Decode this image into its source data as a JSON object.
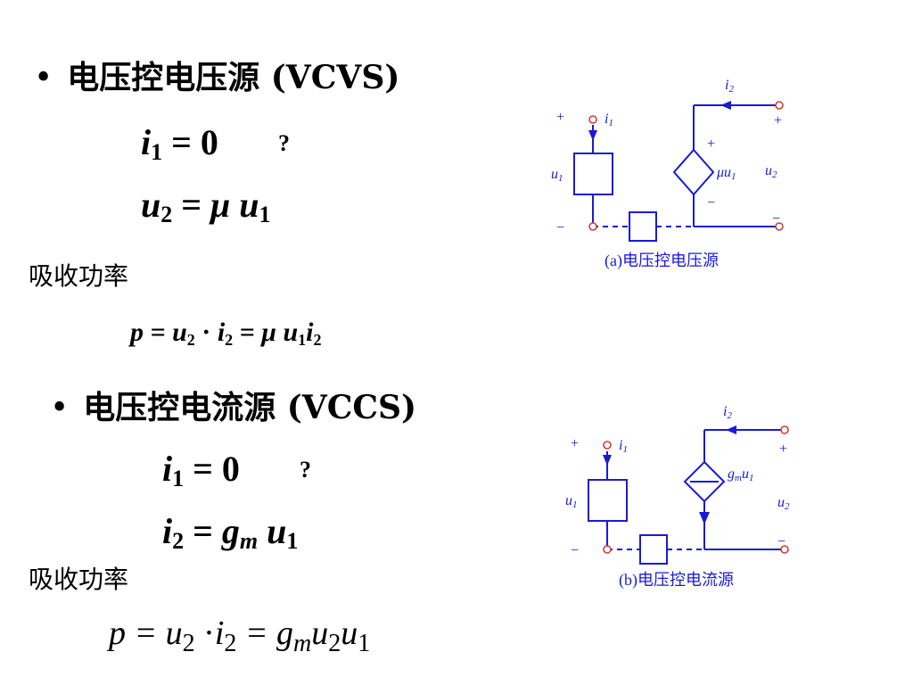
{
  "vcvs": {
    "title": "电压控电压源 (VCVS)",
    "eq1": {
      "var": "i",
      "sub": "1",
      "rhs": "= 0"
    },
    "eq2": {
      "var": "u",
      "sub": "2",
      "rhs_mu": "μ",
      "rhs_var": "u",
      "rhs_sub": "1"
    },
    "question": "?",
    "power_label": "吸收功率",
    "power_formula": {
      "p": "p",
      "u": "u",
      "s2": "2",
      "dot": "·",
      "i": "i",
      "mu": "μ",
      "s1": "1"
    },
    "diagram_caption": "(a)电压控电压源",
    "diagram_ctrl": "μu",
    "diagram_ctrl_sub": "1"
  },
  "vccs": {
    "title": "电压控电流源 (VCCS)",
    "eq1": {
      "var": "i",
      "sub": "1",
      "rhs": "= 0"
    },
    "eq2": {
      "var": "i",
      "sub": "2",
      "rhs_g": "g",
      "rhs_gsub": "m",
      "rhs_var": "u",
      "rhs_sub": "1"
    },
    "question": "?",
    "power_label": "吸收功率",
    "power_formula": {
      "p": "p",
      "u": "u",
      "s2": "2",
      "dot": "·",
      "i": "i",
      "g": "g",
      "m": "m",
      "s1": "1"
    },
    "diagram_caption": "(b)电压控电流源",
    "diagram_ctrl": "g",
    "diagram_ctrl_sub": "m",
    "diagram_ctrl_var": "u",
    "diagram_ctrl_var_sub": "1"
  },
  "diagram_labels": {
    "plus": "+",
    "minus": "−",
    "i1": "i",
    "i1_sub": "1",
    "i2": "i",
    "i2_sub": "2",
    "u1": "u",
    "u1_sub": "1",
    "u2": "u",
    "u2_sub": "2"
  },
  "colors": {
    "circuit_blue": "#1a1ad6",
    "terminal_red": "#d23a3a"
  }
}
